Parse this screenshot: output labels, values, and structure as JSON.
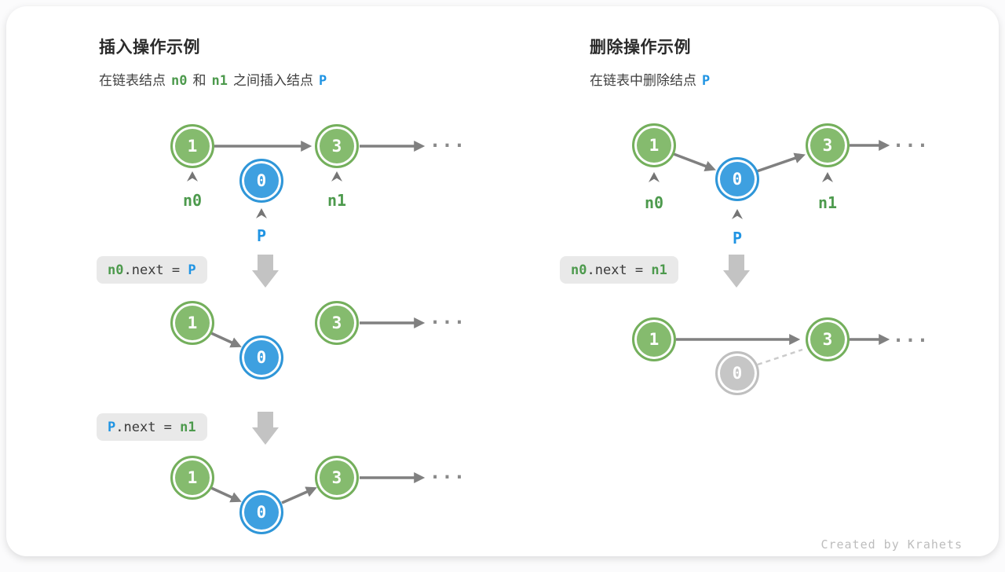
{
  "colors": {
    "node_green_fill": "#85bb6e",
    "node_green_border": "#74af5c",
    "node_blue_fill": "#3ea0e0",
    "node_blue_border": "#2f96d8",
    "node_gray_fill": "#c6c6c6",
    "label_green": "#4d9a4d",
    "label_blue": "#2094e3",
    "arrow_gray": "#808080",
    "dashed_gray": "#cbcbcb",
    "code_box_bg": "#e9e9e9",
    "block_arrow_gray": "#c3c3c3"
  },
  "footer": {
    "credit": "Created by Krahets"
  },
  "panels": {
    "insert": {
      "title": "插入操作示例",
      "subtitle": {
        "p1": "在链表结点",
        "n0": "n0",
        "p2": "和",
        "n1": "n1",
        "p3": "之间插入结点",
        "P": "P"
      },
      "code1": {
        "lhs": "n0",
        "mid": ".next = ",
        "rhs": "P"
      },
      "code2": {
        "lhs": "P",
        "mid": ".next = ",
        "rhs": "n1"
      },
      "fig1": {
        "n1": "1",
        "n0": "0",
        "n3": "3",
        "label_n0": "n0",
        "label_n1": "n1",
        "label_p": "P",
        "ellipsis": "..."
      },
      "fig2": {
        "n1": "1",
        "n0": "0",
        "n3": "3",
        "ellipsis": "..."
      },
      "fig3": {
        "n1": "1",
        "n0": "0",
        "n3": "3",
        "ellipsis": "..."
      }
    },
    "delete": {
      "title": "删除操作示例",
      "subtitle": {
        "p1": "在链表中删除结点",
        "P": "P"
      },
      "code1": {
        "lhs": "n0",
        "mid": ".next = ",
        "rhs": "n1"
      },
      "fig1": {
        "n1": "1",
        "n0": "0",
        "n3": "3",
        "label_n0": "n0",
        "label_n1": "n1",
        "label_p": "P",
        "ellipsis": "..."
      },
      "fig2": {
        "n1": "1",
        "n0": "0",
        "n3": "3",
        "ellipsis": "..."
      }
    }
  }
}
